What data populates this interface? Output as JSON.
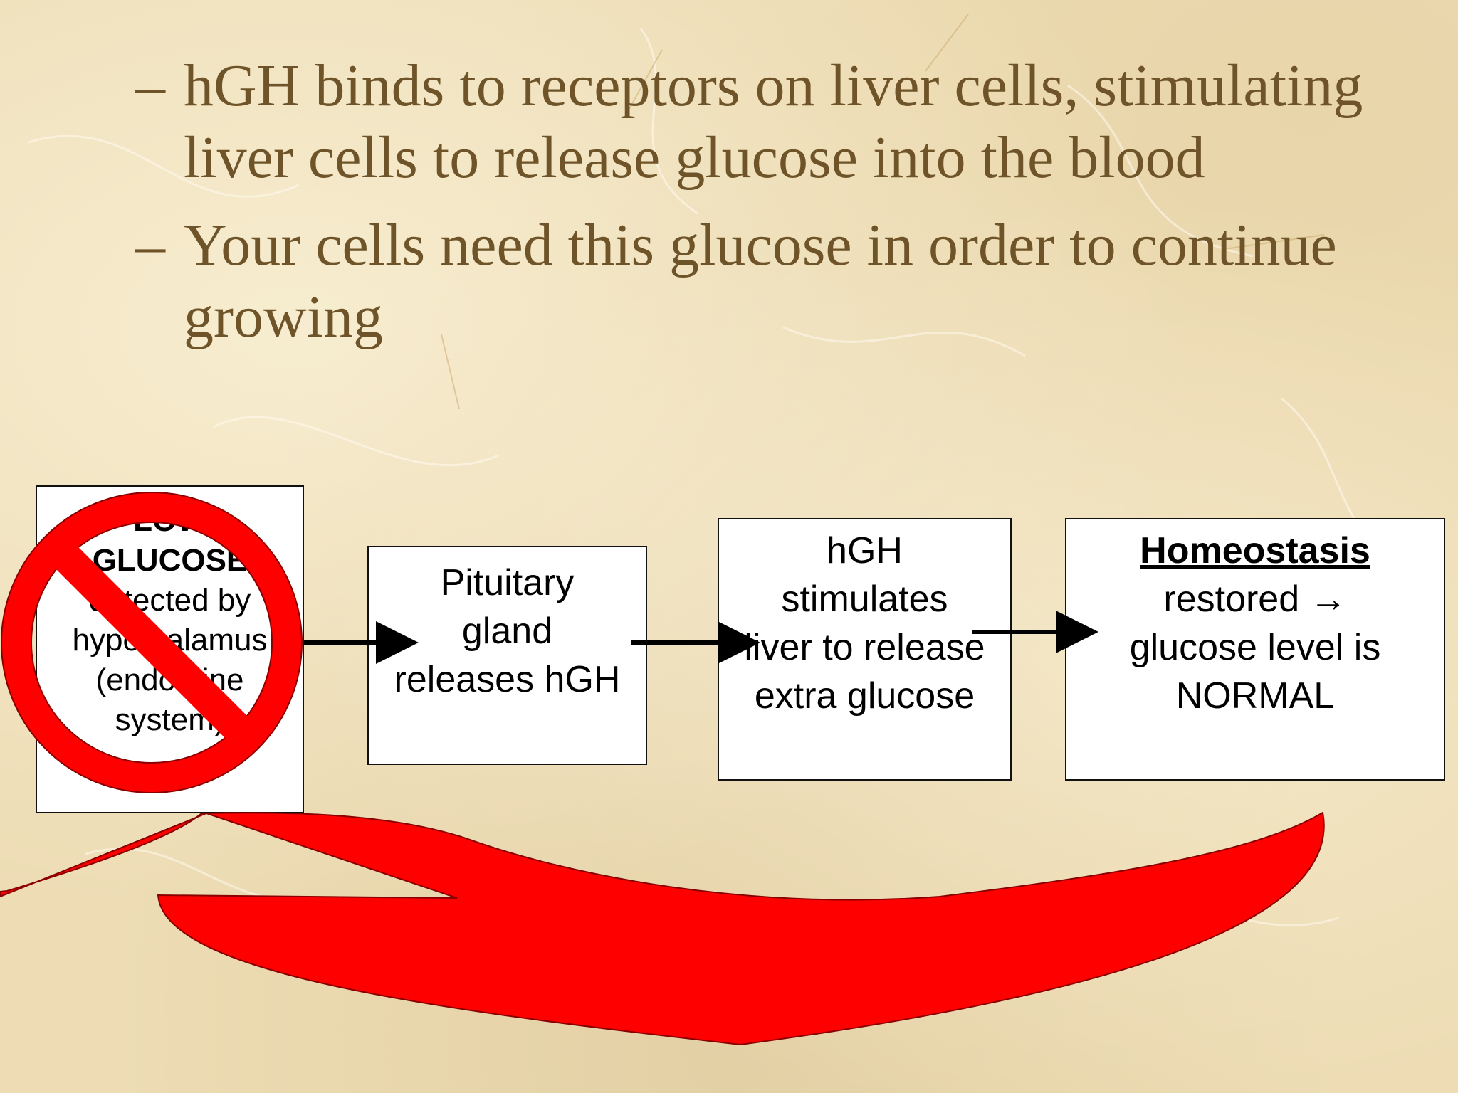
{
  "slide": {
    "bullets": [
      {
        "dash": "–",
        "text": "hGH binds to receptors on liver cells, stimulating liver cells to release glucose into the blood"
      },
      {
        "dash": "–",
        "text": "Your cells need this glucose in order to continue growing"
      }
    ]
  },
  "diagram": {
    "box1": {
      "line1": "LOW",
      "line2": "GLUCOSE",
      "line3": "detected by",
      "line4": "hypothalamus",
      "line5": "(endocrine",
      "line6": "system)"
    },
    "box2": {
      "line1": "Pituitary",
      "line2": "gland",
      "line3": "releases hGH"
    },
    "box3": {
      "line1": "hGH",
      "line2": "stimulates",
      "line3": "liver to release",
      "line4": "extra glucose"
    },
    "box4": {
      "bold": "Homeostasis",
      "line1": "restored →",
      "line2": "glucose level is",
      "line3": "NORMAL"
    }
  },
  "colors": {
    "text": "#6e5428",
    "accent_red": "#ff0000",
    "background": "#eddcb4"
  },
  "icons": {
    "prohibited": "no-entry-symbol",
    "feedback": "curved-feedback-arrow"
  }
}
